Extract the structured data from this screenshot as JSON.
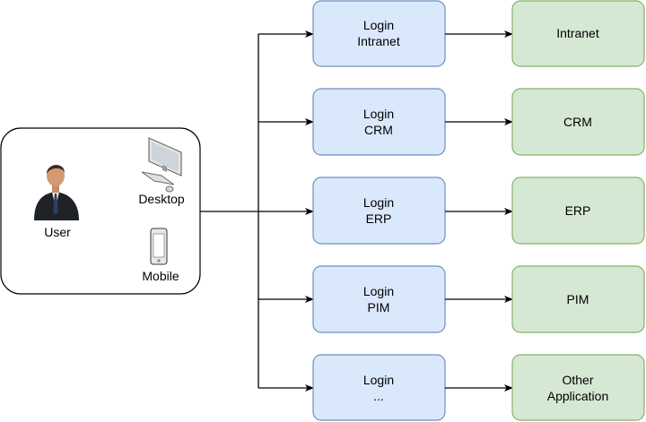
{
  "user_group": {
    "user_label": "User",
    "desktop_label": "Desktop",
    "mobile_label": "Mobile"
  },
  "login_boxes": [
    {
      "line1": "Login",
      "line2": "Intranet"
    },
    {
      "line1": "Login",
      "line2": "CRM"
    },
    {
      "line1": "Login",
      "line2": "ERP"
    },
    {
      "line1": "Login",
      "line2": "PIM"
    },
    {
      "line1": "Login",
      "line2": "..."
    }
  ],
  "app_boxes": [
    {
      "line1": "Intranet",
      "line2": ""
    },
    {
      "line1": "CRM",
      "line2": ""
    },
    {
      "line1": "ERP",
      "line2": ""
    },
    {
      "line1": "PIM",
      "line2": ""
    },
    {
      "line1": "Other",
      "line2": "Application"
    }
  ],
  "colors": {
    "login_fill": "#dae8fc",
    "login_stroke": "#6c8ebf",
    "app_fill": "#d5e8d4",
    "app_stroke": "#82b366",
    "line": "#000000"
  }
}
